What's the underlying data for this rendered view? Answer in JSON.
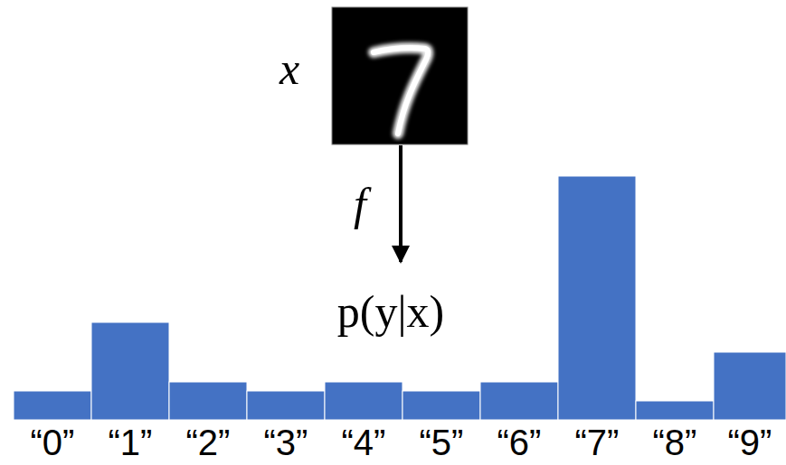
{
  "diagram": {
    "labels": [
      "x",
      "f",
      "p(y|x)",
      "“0”",
      "“1”",
      "“2”",
      "“3”",
      "“4”",
      "“5”",
      "“6”",
      "“7”",
      "“8”",
      "“9”"
    ]
  }
}
